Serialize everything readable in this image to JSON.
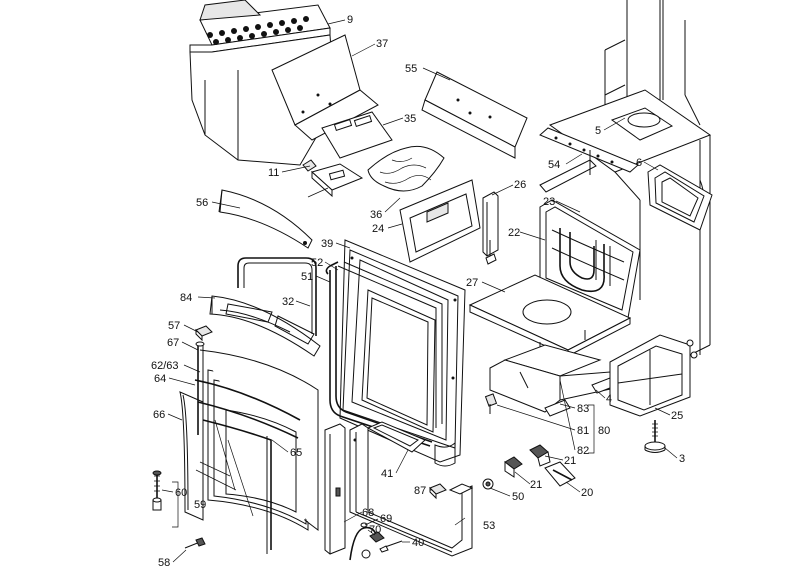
{
  "diagram": {
    "labels": [
      {
        "id": "p9",
        "text": "9"
      },
      {
        "id": "p37",
        "text": "37"
      },
      {
        "id": "p55",
        "text": "55"
      },
      {
        "id": "p35",
        "text": "35"
      },
      {
        "id": "p5",
        "text": "5"
      },
      {
        "id": "p54",
        "text": "54"
      },
      {
        "id": "p6",
        "text": "6"
      },
      {
        "id": "p11",
        "text": "11"
      },
      {
        "id": "p26",
        "text": "26"
      },
      {
        "id": "p23",
        "text": "23"
      },
      {
        "id": "p56",
        "text": "56"
      },
      {
        "id": "p36",
        "text": "36"
      },
      {
        "id": "p24",
        "text": "24"
      },
      {
        "id": "p39",
        "text": "39"
      },
      {
        "id": "p22",
        "text": "22"
      },
      {
        "id": "p52",
        "text": "52"
      },
      {
        "id": "p51",
        "text": "51"
      },
      {
        "id": "p27",
        "text": "27"
      },
      {
        "id": "p84",
        "text": "84"
      },
      {
        "id": "p32",
        "text": "32"
      },
      {
        "id": "p57",
        "text": "57"
      },
      {
        "id": "p67",
        "text": "67"
      },
      {
        "id": "p6263",
        "text": "62/63"
      },
      {
        "id": "p64",
        "text": "64"
      },
      {
        "id": "p66",
        "text": "66"
      },
      {
        "id": "p83",
        "text": "83"
      },
      {
        "id": "p4",
        "text": "4"
      },
      {
        "id": "p25",
        "text": "25"
      },
      {
        "id": "p81",
        "text": "81"
      },
      {
        "id": "p80",
        "text": "80"
      },
      {
        "id": "p82",
        "text": "82"
      },
      {
        "id": "p65",
        "text": "65"
      },
      {
        "id": "p3",
        "text": "3"
      },
      {
        "id": "p21a",
        "text": "21"
      },
      {
        "id": "p41",
        "text": "41"
      },
      {
        "id": "p87",
        "text": "87"
      },
      {
        "id": "p50",
        "text": "50"
      },
      {
        "id": "p21b",
        "text": "21"
      },
      {
        "id": "p20",
        "text": "20"
      },
      {
        "id": "p60",
        "text": "60"
      },
      {
        "id": "p59",
        "text": "59"
      },
      {
        "id": "p53",
        "text": "53"
      },
      {
        "id": "p68",
        "text": "68"
      },
      {
        "id": "p69",
        "text": "69"
      },
      {
        "id": "p70",
        "text": "70"
      },
      {
        "id": "p40",
        "text": "40"
      },
      {
        "id": "p58",
        "text": "58"
      }
    ]
  }
}
